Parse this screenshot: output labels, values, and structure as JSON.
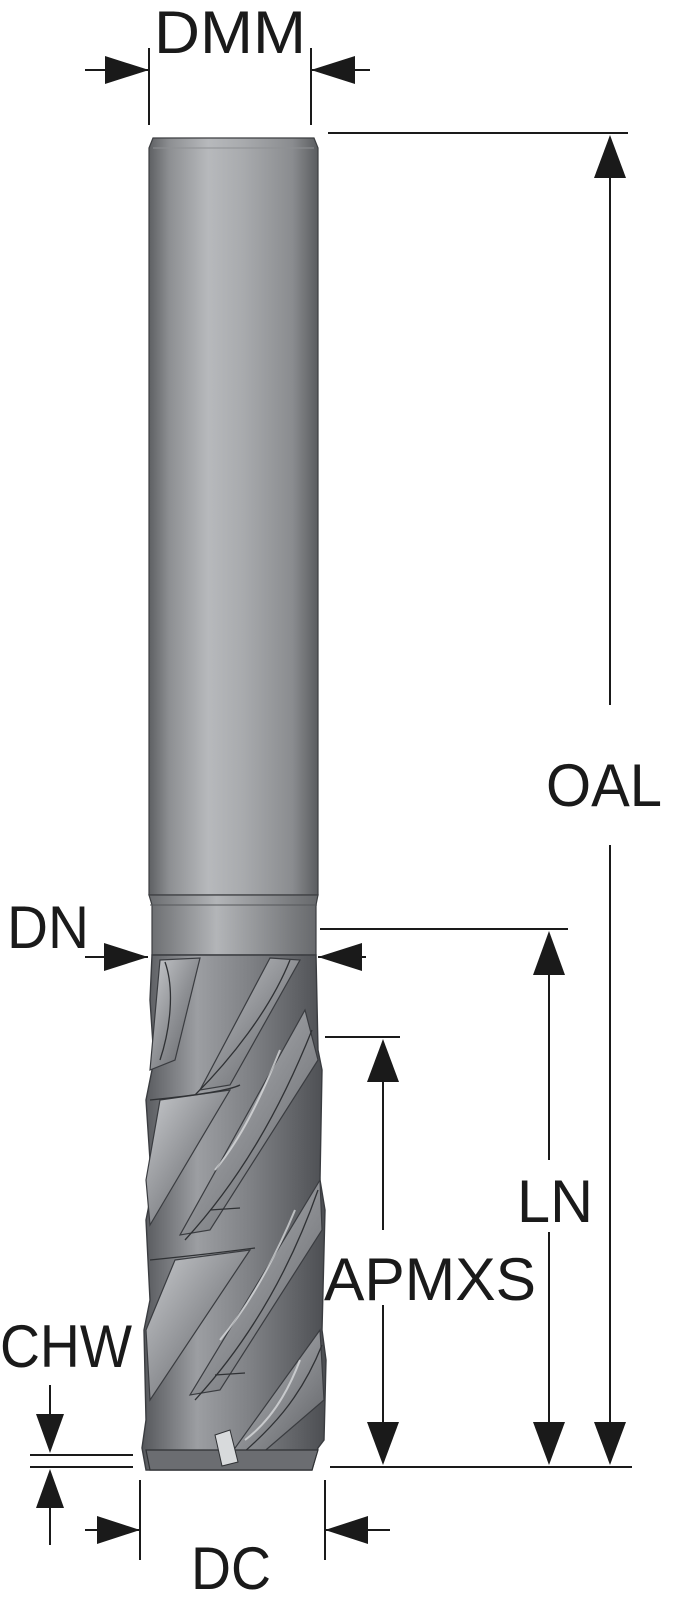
{
  "diagram": {
    "subject": "end mill dimension drawing",
    "labels": {
      "dmm": "DMM",
      "oal": "OAL",
      "dn": "DN",
      "ln": "LN",
      "apmxs": "APMXS",
      "chw": "CHW",
      "dc": "DC"
    },
    "colors": {
      "line": "#1a1a1a",
      "shank_dark": "#6f7174",
      "shank_light": "#bdbfc2",
      "flute_dark": "#4a4c50",
      "background": "#ffffff"
    }
  }
}
